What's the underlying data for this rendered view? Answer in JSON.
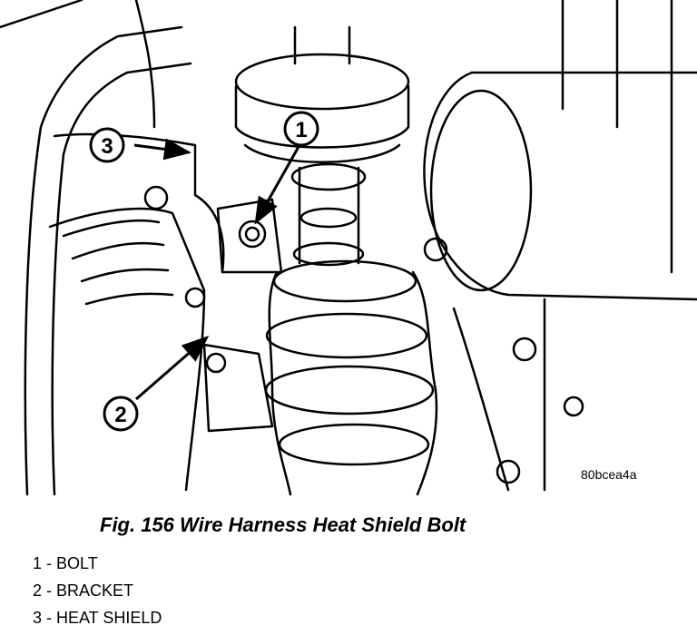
{
  "figure": {
    "caption": "Fig. 156 Wire Harness Heat Shield Bolt",
    "image_code": "80bcea4a",
    "callouts": [
      {
        "num": "1"
      },
      {
        "num": "2"
      },
      {
        "num": "3"
      }
    ],
    "legend": [
      {
        "text": "1 - BOLT"
      },
      {
        "text": "2 - BRACKET"
      },
      {
        "text": "3 - HEAT SHIELD"
      }
    ]
  }
}
